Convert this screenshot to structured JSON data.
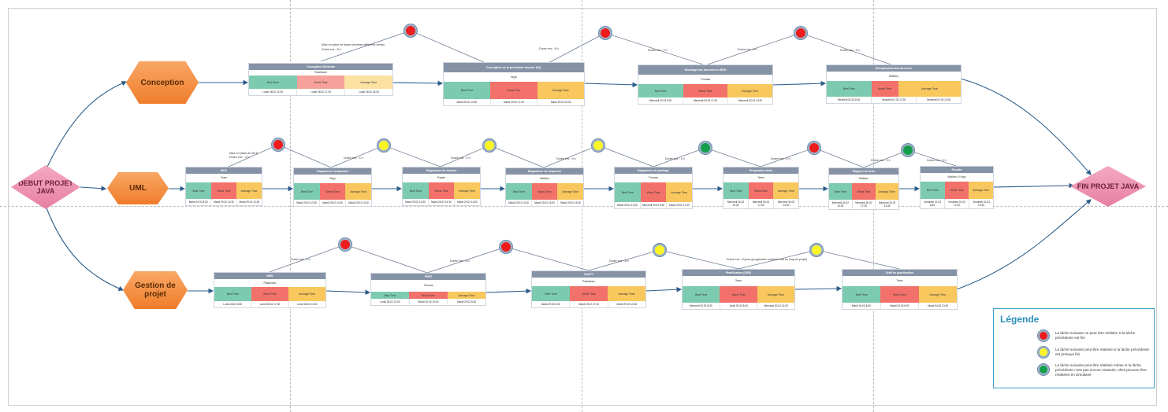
{
  "nodes": {
    "start": "DEBUT PROJET JAVA",
    "end": "FIN PROJET JAVA",
    "lanes": [
      "Conception",
      "UML",
      "Gestion de projet"
    ]
  },
  "headers": {
    "best": "Best Time",
    "worst": "Worst Time",
    "avg": "Average Time"
  },
  "tasks": [
    {
      "title": "Conception Générale",
      "owner": "Palahniam",
      "dates": [
        "Lundi 28.02 13:30",
        "Lundi 28.02 17:30",
        "Lundi 28.02 15:30"
      ]
    },
    {
      "title": "Conception de la procédure stockée SQL",
      "owner": "Hugo",
      "dates": [
        "Mardi 29.02 13:30",
        "Mardi 29.02 17:30",
        "Mardi 29.02 15:30"
      ]
    },
    {
      "title": "Stockage des données en BDD",
      "owner": "Thomas",
      "dates": [
        "Mercredi 02.03 9:30",
        "Mercredi 02.03 17:30",
        "Mercredi 02.03 13:30"
      ]
    },
    {
      "title": "Récupération des données",
      "owner": "Mathieu",
      "dates": [
        "Vendredi 01.03 8:30",
        "Vendredi 01.03 17:30",
        "Vendredi 01.03 13:30"
      ]
    },
    {
      "title": "MCD",
      "owner": "Team",
      "dates": [
        "Mardi 29.02 8:30",
        "Mardi 29.02 13:30",
        "Mardi 29.02 10:30"
      ]
    },
    {
      "title": "Diagramme composant",
      "owner": "Hugo",
      "dates": [
        "Mardi 29.02 10:30",
        "Mardi 29.02 13:30",
        "Mardi 29.02 13:30"
      ]
    },
    {
      "title": "Diagramme de classes",
      "owner": "Paylan",
      "dates": [
        "Mardi 29.02 13:30",
        "Mardi 29.02 14:30",
        "Mardi 29.02 13:30"
      ]
    },
    {
      "title": "Diagramme de séquence",
      "owner": "Mathieu",
      "dates": [
        "Mardi 29.02 13:30",
        "Mardi 29.02 15:30",
        "Mardi 29.02 15:30"
      ]
    },
    {
      "title": "Diagramme de package",
      "owner": "Thomas",
      "dates": [
        "Mardi 29.02 13:30",
        "Mercredi 30.02 8:30",
        "Mardi 29.02 17:30"
      ]
    },
    {
      "title": "Préparation tests",
      "owner": "Team",
      "dates": [
        "Mercredi 30.02 10:30",
        "Mercredi 30.02 17:30",
        "Mercredi 30.02 13:30"
      ]
    },
    {
      "title": "Rapport de tests",
      "owner": "Mathieu",
      "dates": [
        "Mercredi 30.02 10:30",
        "Mercredi 30.02 17:30",
        "Mercredi 30.02 13:30"
      ]
    },
    {
      "title": "Recette",
      "owner": "Mathieu / Hugo",
      "dates": [
        "Vendredi 01.03 8:30",
        "Vendredi 01.03 17:30",
        "Vendredi 01.03 13:30"
      ]
    },
    {
      "title": "WBS",
      "owner": "Palahniam",
      "dates": [
        "Lundi 28.02 8:30",
        "Lundi 28.02 17:30",
        "Lundi 28.02 13:30"
      ]
    },
    {
      "title": "PERT",
      "owner": "Thomas",
      "dates": [
        "Lundi 28.02 13:30",
        "Mardi 29.02 13:30",
        "Mardi 29.02 8:30"
      ]
    },
    {
      "title": "GANTT",
      "owner": "Palahniam",
      "dates": [
        "Mardi 29.02 8:30",
        "Mardi 29.02 17:30",
        "Mardi 29.02 13:30"
      ]
    },
    {
      "title": "Planification (DSR)",
      "owner": "Team",
      "dates": [
        "Mercredi 30.02 8:30",
        "Jeudi 30.03 8:30",
        "Mercredi 30.02 13:30"
      ]
    },
    {
      "title": "Outil de planification",
      "owner": "Team",
      "dates": [
        "Mardi 04.03 8:30",
        "Mardi 04.03 8:30",
        "Mardi 04.03 13:30"
      ]
    }
  ],
  "annotations": [
    "Mise en place de bases données différente niveau",
    "Durée env : 8 h",
    "Durée env : 8 h",
    "Durée env : 4 h",
    "Durée env : 8 h",
    "Durée env : 4 h",
    "Mise en place de MCD",
    "Durée env : 3 h",
    "Durée env : 4 h",
    "Durée env : 4 h",
    "Durée env : 4 h",
    "Durée env : 4 h",
    "Durée env : 8 h",
    "Durée env : 3 h",
    "Durée env : 3 h",
    "Durée env : 4 h",
    "Durée env : 8 h",
    "Durée env : 8 h",
    "Durée env : 8 jours (progression continue tout au long du projet)"
  ],
  "legend": {
    "title": "Légende",
    "items": [
      {
        "color": "red",
        "text": "La tâche suivante ne peut être réalisée si la tâche précédente est fini"
      },
      {
        "color": "yellow",
        "text": "La tâche suivante peut être réalisée si la tâche précédente est presque fini"
      },
      {
        "color": "green",
        "text": "La tâche suivante peut être réalisée même si la tâche précédente n'est pas encore entamée, elles peuvent être réalisées en simultané"
      }
    ]
  },
  "colors": {
    "red": "#ee1c1c",
    "yellow": "#fbf526",
    "green": "#159f4a",
    "best": "#7ccbb1",
    "worst": "#f2716a",
    "avg": "#f8c75e",
    "hex": "#ef7d2a",
    "diamond": "#e77fa3",
    "link": "#2c5d8a"
  }
}
